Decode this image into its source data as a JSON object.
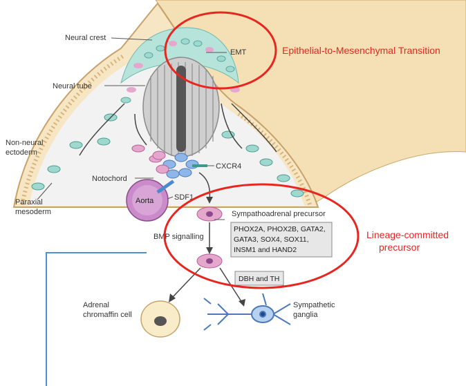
{
  "labels": {
    "neural_crest": "Neural crest",
    "neural_tube": "Neural tube",
    "emt": "EMT",
    "non_neural_ectoderm_1": "Non-neural",
    "non_neural_ectoderm_2": "ectoderm",
    "cxcr4": "CXCR4",
    "notochord": "Notochord",
    "aorta": "Aorta",
    "sdf1": "SDF1",
    "paraxial_mesoderm_1": "Paraxial",
    "paraxial_mesoderm_2": "mesoderm",
    "sympathoadrenal_precursor": "Sympathoadrenal precursor",
    "bmp_signalling": "BMP signalling",
    "adrenal_chromaffin_1": "Adrenal",
    "adrenal_chromaffin_2": "chromaffin cell",
    "sympathetic_ganglia_1": "Sympathetic",
    "sympathetic_ganglia_2": "ganglia"
  },
  "tf_box": {
    "lines": [
      "PHOX2A, PHOX2B, GATA2,",
      "GATA3, SOX4, SOX11,",
      "INSM1 and HAND2"
    ]
  },
  "dbh_box": {
    "text": "DBH and TH"
  },
  "annotations": {
    "emt_full": "Epithelial-to-Mesenchymal Transition",
    "lineage_1": "Lineage-committed",
    "lineage_2": "precursor"
  },
  "colors": {
    "annotation_red": "#e8251f",
    "connector_blue": "#4f8ed0",
    "ectoderm_tan": "#f5dfb4",
    "crest_cell_teal": "#9fd8cf",
    "crest_cell_pink": "#e6a7cd",
    "aorta_purple": "#c98bc9"
  }
}
